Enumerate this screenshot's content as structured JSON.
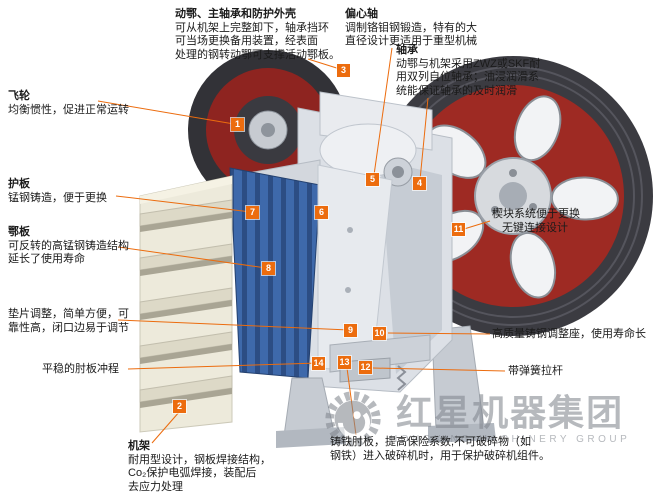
{
  "colors": {
    "accent_orange": "#ec6c0e",
    "flywheel_red": "#9e2a23",
    "flywheel_dark": "#3b3b41",
    "jaw_blue": "#3e69ab",
    "body_gray": "#dce0e6",
    "hopper_beige": "#edeadb",
    "watermark_gray": "#82878f"
  },
  "callouts": {
    "moving_jaw_assembly": {
      "title": "动鄂、主轴承和防护外壳",
      "lines": [
        "可从机架上完整卸下，轴承挡环",
        "可当场更换备用装置，经表面",
        "处理的钢转动鄂可支撑活动鄂板。"
      ]
    },
    "eccentric_shaft": {
      "title": "偏心轴",
      "lines": [
        "调制铬钼钢锻造，特有的大",
        "直径设计更适用于重型机械"
      ]
    },
    "bearing": {
      "title": "轴承",
      "lines": [
        "动鄂与机架采用ZWZ或SKF耐",
        "用双列自位轴承；油浸润滑系",
        "统能保证轴承的及时润滑"
      ]
    },
    "flywheel": {
      "title": "飞轮",
      "lines": [
        "均衡惯性，促进正常运转"
      ]
    },
    "guard_plate": {
      "title": "护板",
      "lines": [
        "锰钢铸造，便于更换"
      ]
    },
    "jaw_plate": {
      "title": "鄂板",
      "lines": [
        "可反转的高锰钢铸造结构",
        "延长了使用寿命"
      ]
    },
    "shim_adjustment": {
      "lines": [
        "垫片调整，简单方便，可",
        "靠性高，闭口边易于调节"
      ]
    },
    "toggle_stroke": {
      "lines": [
        "平稳的肘板冲程"
      ]
    },
    "frame": {
      "title": "机架",
      "lines": [
        "耐用型设计，钢板焊接结构，",
        "Co₂保护电弧焊接，装配后",
        "去应力处理"
      ]
    },
    "wedge_system": {
      "lines": [
        "楔块系统便于更换",
        "无键连接设计"
      ]
    },
    "adjust_seat": {
      "lines": [
        "高质量铸钢调整座，使用寿命长"
      ]
    },
    "spring_rod": {
      "lines": [
        "带弹簧拉杆"
      ]
    },
    "toggle_plate": {
      "lines": [
        "铸铁肘板，提高保险系数,不可破碎物（如",
        "钢铁）进入破碎机时，用于保护破碎机组件。"
      ]
    }
  },
  "markers": {
    "m1": "1",
    "m2": "2",
    "m3": "3",
    "m4": "4",
    "m5": "5",
    "m6": "6",
    "m7": "7",
    "m8": "8",
    "m9": "9",
    "m10": "10",
    "m11": "11",
    "m12": "12",
    "m13": "13",
    "m14": "14"
  },
  "watermark": {
    "cn": "红星机器集团",
    "en": "HONGXING MACHINERY GROUP"
  }
}
